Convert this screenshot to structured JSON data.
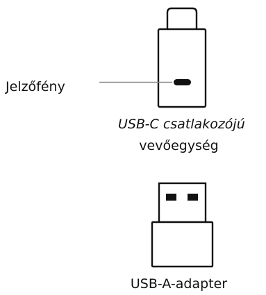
{
  "labels": {
    "indicator_light": "Jelzőfény",
    "usb_c_receiver_line1": "USB-C csatlakozójú",
    "usb_c_receiver_line2": "vevőegység",
    "usb_a_adapter": "USB-A-adapter"
  },
  "colors": {
    "stroke": "#111111",
    "leader_line": "#888888",
    "background": "#ffffff"
  }
}
